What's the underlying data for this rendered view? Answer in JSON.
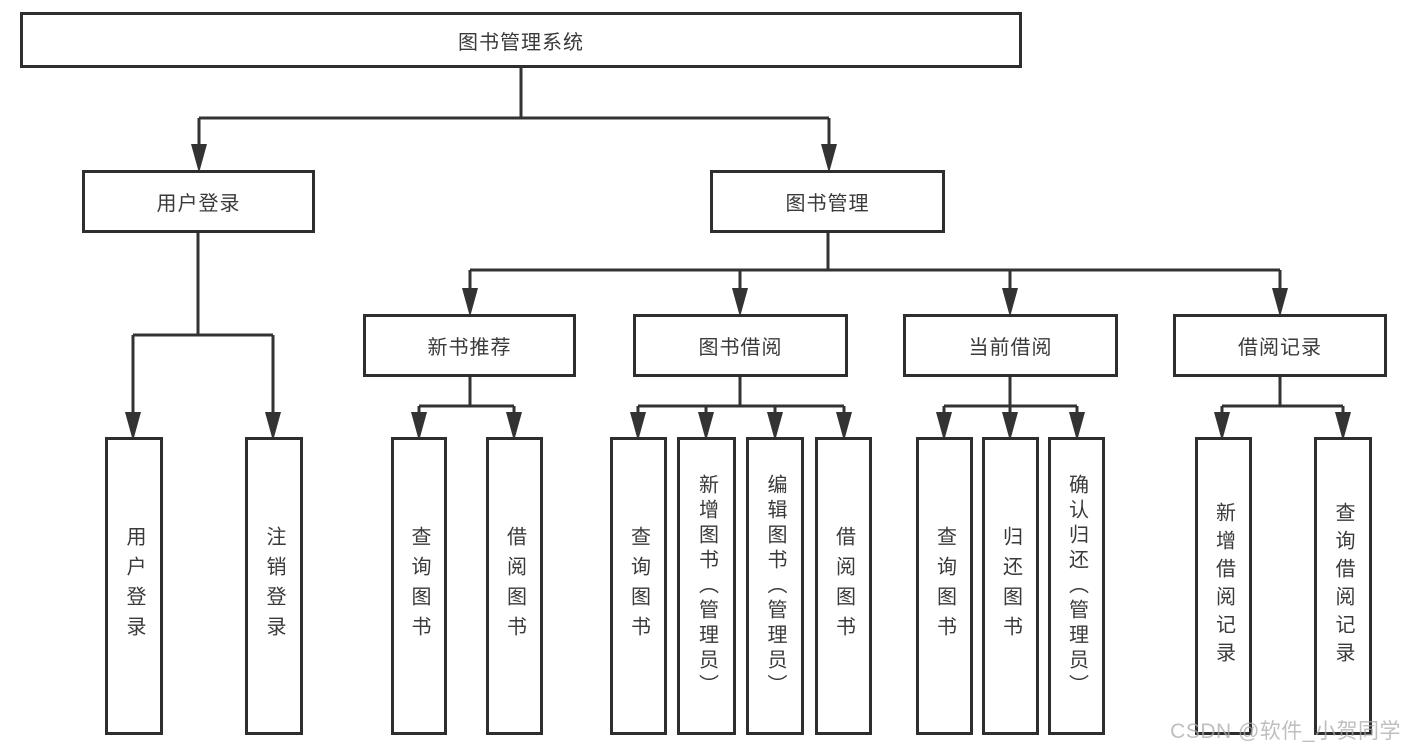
{
  "diagram": {
    "root": {
      "label": "图书管理系统"
    },
    "branches": [
      {
        "label": "用户登录",
        "children": [
          {
            "label": "用户登录"
          },
          {
            "label": "注销登录"
          }
        ]
      },
      {
        "label": "图书管理",
        "children": [
          {
            "label": "新书推荐",
            "children": [
              {
                "label": "查询图书"
              },
              {
                "label": "借阅图书"
              }
            ]
          },
          {
            "label": "图书借阅",
            "children": [
              {
                "label": "查询图书"
              },
              {
                "label": "新增图书（管理员）"
              },
              {
                "label": "编辑图书（管理员）"
              },
              {
                "label": "借阅图书"
              }
            ]
          },
          {
            "label": "当前借阅",
            "children": [
              {
                "label": "查询图书"
              },
              {
                "label": "归还图书"
              },
              {
                "label": "确认归还（管理员）"
              }
            ]
          },
          {
            "label": "借阅记录",
            "children": [
              {
                "label": "新增借阅记录"
              },
              {
                "label": "查询借阅记录"
              }
            ]
          }
        ]
      }
    ]
  },
  "watermark": {
    "text": "CSDN @软件_小贺同学"
  },
  "colors": {
    "line": "#333333",
    "border": "#2e2e2e",
    "text": "#3a3a3a",
    "background": "#ffffff",
    "watermark_text": "#bbbbbb"
  }
}
